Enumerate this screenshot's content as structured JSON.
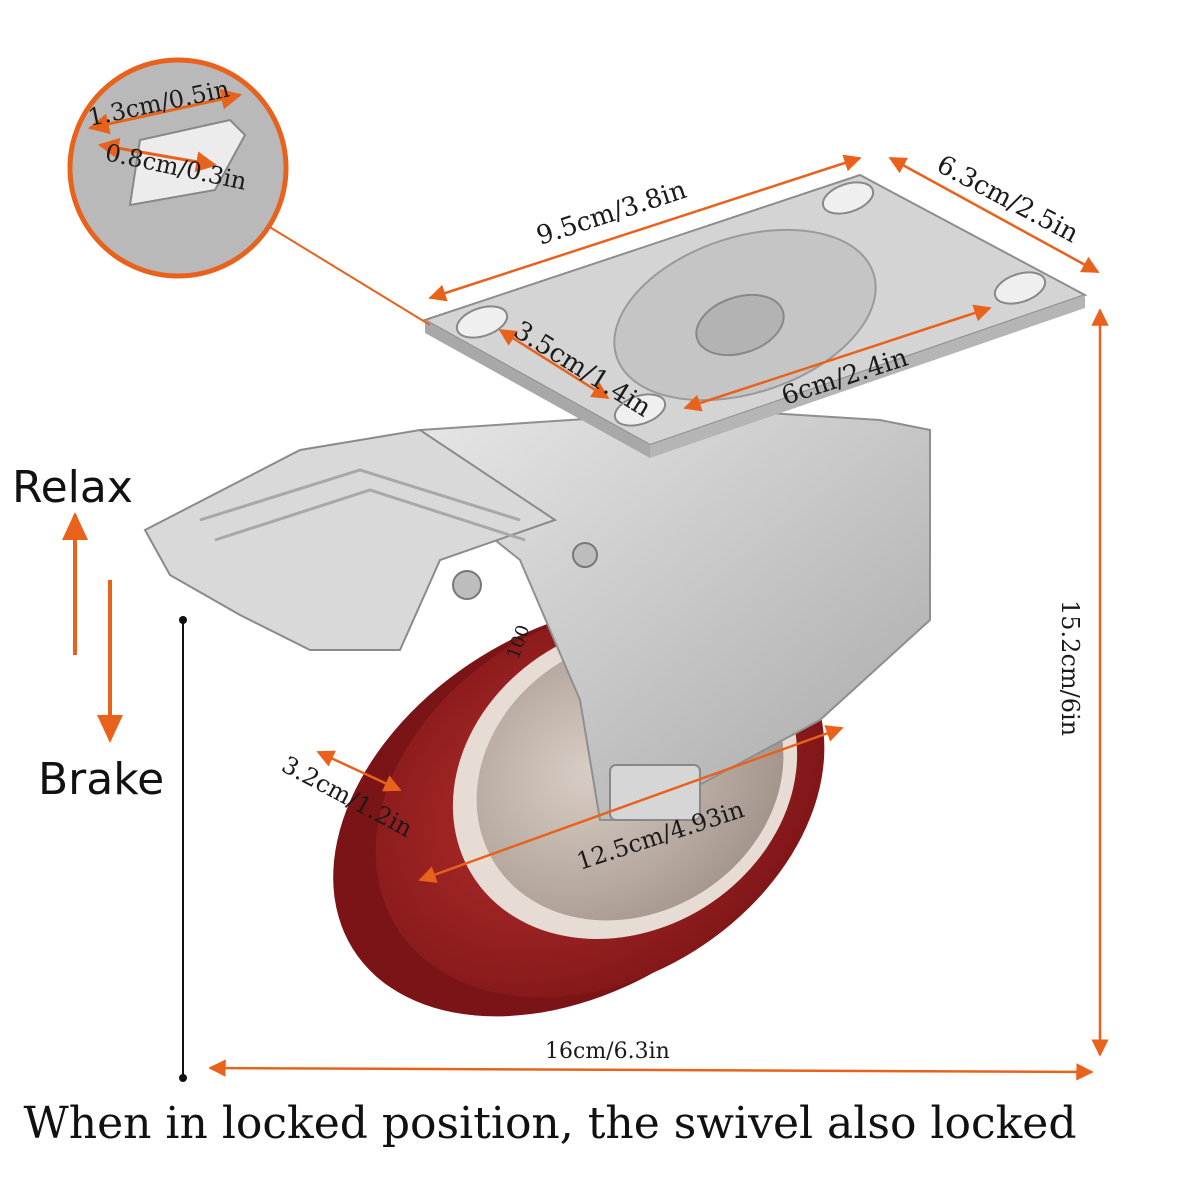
{
  "labels": {
    "relax": "Relax",
    "brake": "Brake",
    "hole_outer": "1.3cm/0.5in",
    "hole_inner": "0.8cm/0.3in",
    "plate_length": "9.5cm/3.8in",
    "plate_width": "6.3cm/2.5in",
    "hole_spacing_short": "3.5cm/1.4in",
    "hole_spacing_long": "6cm/2.4in",
    "overall_height": "15.2cm/6in",
    "tread_width": "3.2cm/1.2in",
    "wheel_diameter": "12.5cm/4.93in",
    "overall_width": "16cm/6.3in",
    "wheel_marking": "100"
  },
  "caption": "When in locked position, the swivel also locked",
  "colors": {
    "dimension_arrow": "#e8621c",
    "wheel_red": "#9e1f23",
    "metal": "#c9c9c9",
    "hub": "#b8aaa0"
  }
}
